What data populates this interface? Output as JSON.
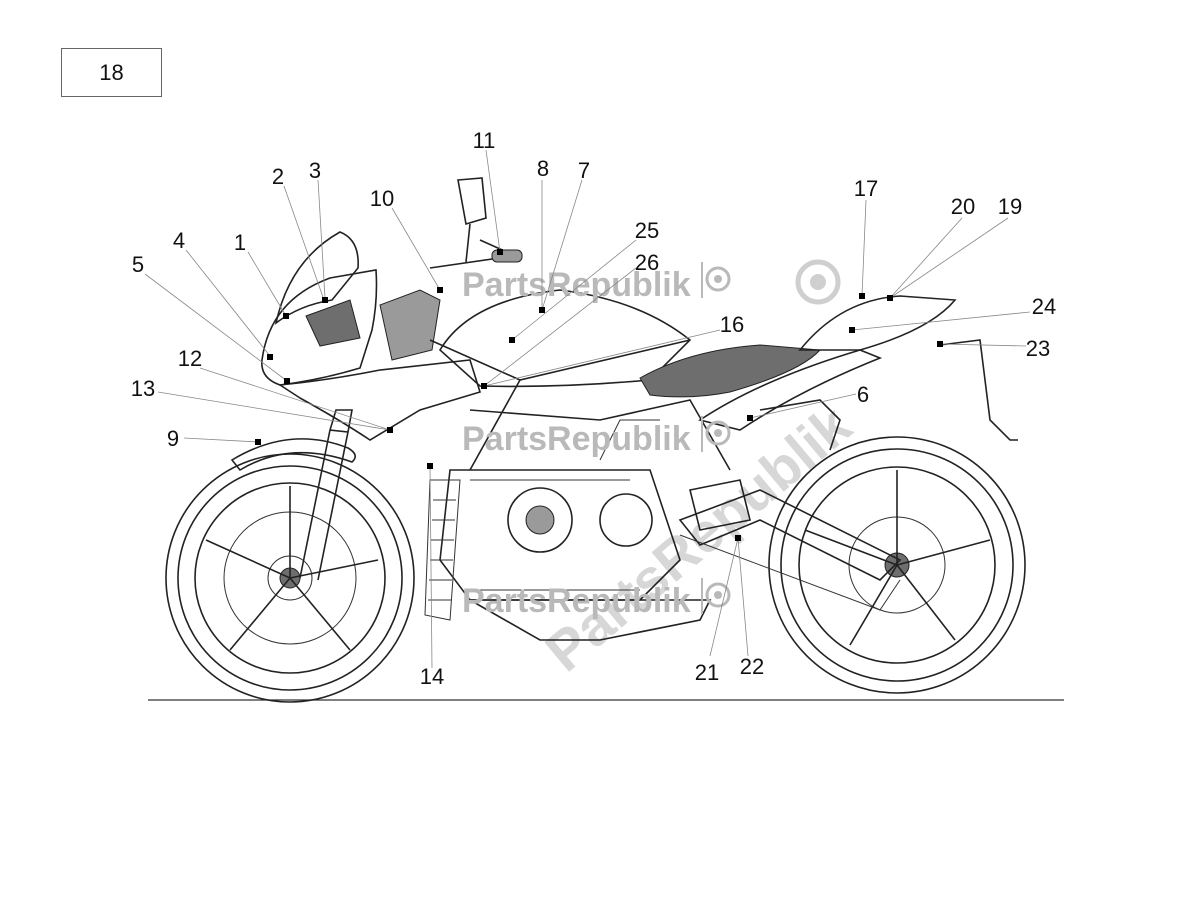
{
  "reference_number": "18",
  "watermarks": [
    "PartsRepublik",
    "PartsRepublik",
    "PartsRepublik",
    "PartsRepublik"
  ],
  "callouts": [
    {
      "label": "1"
    },
    {
      "label": "2"
    },
    {
      "label": "3"
    },
    {
      "label": "4"
    },
    {
      "label": "5"
    },
    {
      "label": "6"
    },
    {
      "label": "7"
    },
    {
      "label": "8"
    },
    {
      "label": "9"
    },
    {
      "label": "10"
    },
    {
      "label": "11"
    },
    {
      "label": "12"
    },
    {
      "label": "13"
    },
    {
      "label": "14"
    },
    {
      "label": "16"
    },
    {
      "label": "17"
    },
    {
      "label": "19"
    },
    {
      "label": "20"
    },
    {
      "label": "21"
    },
    {
      "label": "22"
    },
    {
      "label": "23"
    },
    {
      "label": "24"
    },
    {
      "label": "25"
    },
    {
      "label": "26"
    }
  ]
}
